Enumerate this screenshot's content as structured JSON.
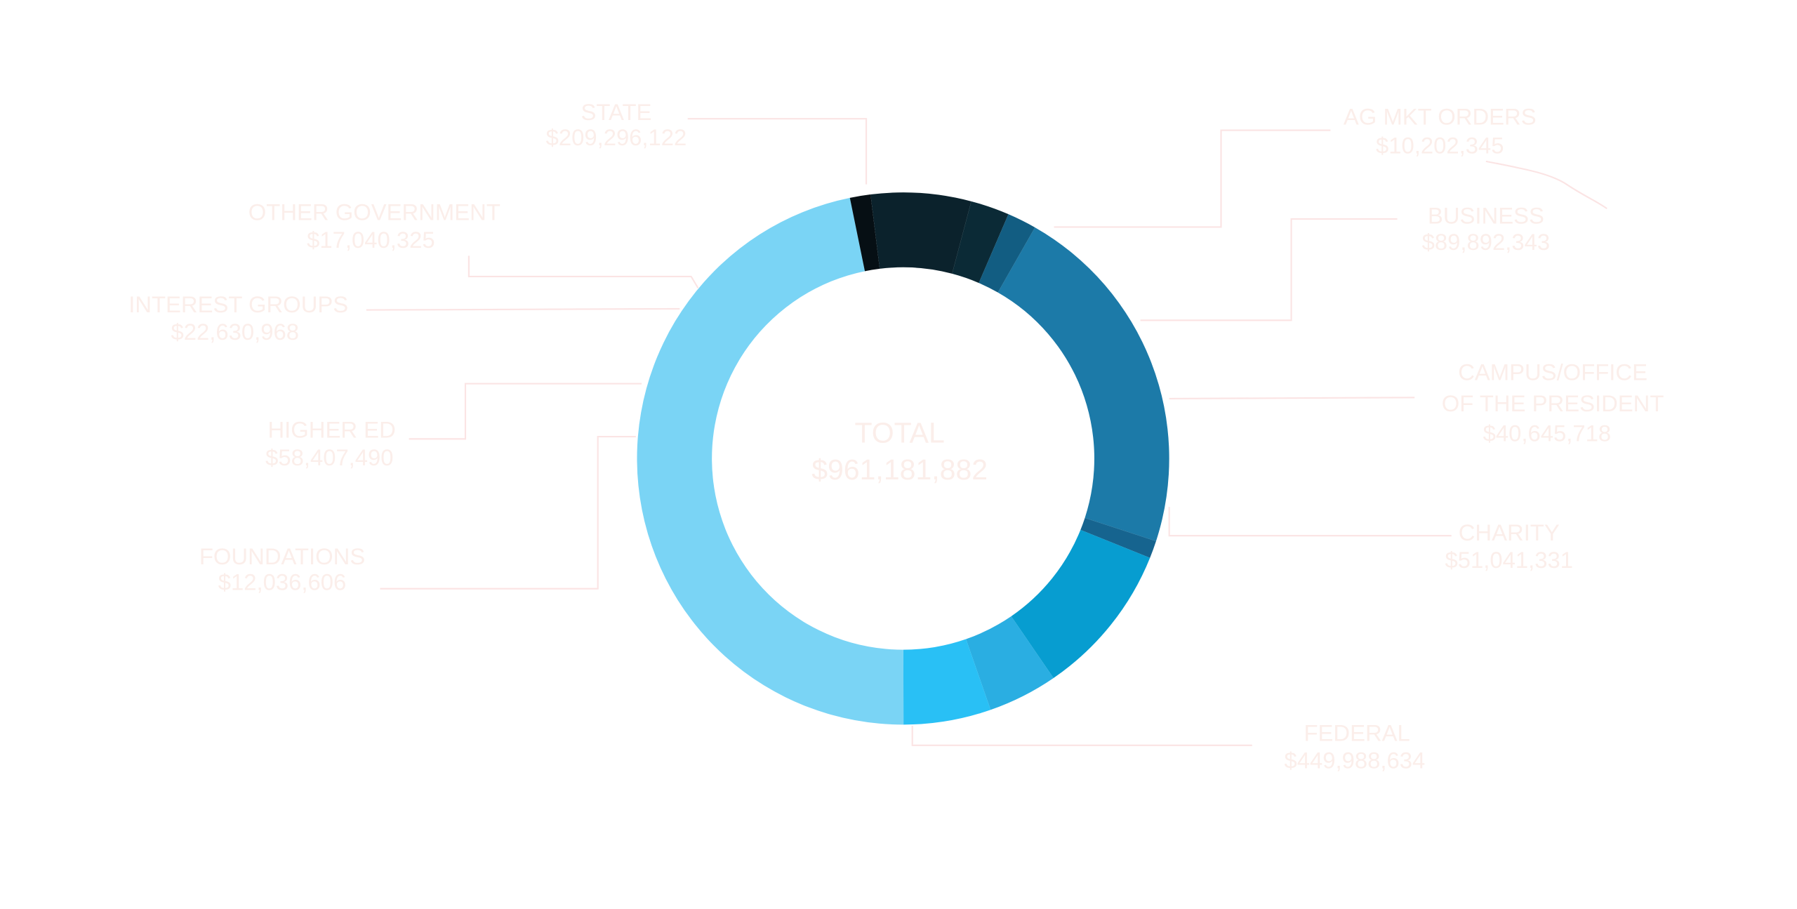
{
  "chart_data": {
    "type": "pie",
    "variant": "donut",
    "title": "",
    "center_label": "TOTAL",
    "center_value": "$961,181,882",
    "total": 961181882,
    "direction": "clockwise",
    "slices": [
      {
        "key": "state",
        "label": "STATE",
        "value": 209296122,
        "value_text": "$209,296,122",
        "color": "#1c7aa8"
      },
      {
        "key": "ag",
        "label": "AG MKT ORDERS",
        "value": 10202345,
        "value_text": "$10,202,345",
        "color": "#16648f"
      },
      {
        "key": "business",
        "label": "BUSINESS",
        "value": 89892343,
        "value_text": "$89,892,343",
        "color": "#079dd0"
      },
      {
        "key": "campus",
        "label": "CAMPUS/OFFICE OF THE PRESIDENT",
        "label_lines": [
          "CAMPUS/OFFICE",
          "OF THE PRESIDENT"
        ],
        "value": 40645718,
        "value_text": "$40,645,718",
        "color": "#2aaee2"
      },
      {
        "key": "charity",
        "label": "CHARITY",
        "value": 51041331,
        "value_text": "$51,041,331",
        "color": "#29c0f5"
      },
      {
        "key": "federal",
        "label": "FEDERAL",
        "value": 449988634,
        "value_text": "$449,988,634",
        "color": "#7ad4f5"
      },
      {
        "key": "foundations",
        "label": "FOUNDATIONS",
        "value": 12036606,
        "value_text": "$12,036,606",
        "color": "#060f14"
      },
      {
        "key": "highered",
        "label": "HIGHER ED",
        "value": 58407490,
        "value_text": "$58,407,490",
        "color": "#0b222c"
      },
      {
        "key": "interest",
        "label": "INTEREST GROUPS",
        "value": 22630968,
        "value_text": "$22,630,968",
        "color": "#0b2a36"
      },
      {
        "key": "othergov",
        "label": "OTHER GOVERNMENT",
        "value": 17040325,
        "value_text": "$17,040,325",
        "color": "#125d82"
      }
    ],
    "start_angle_deg": 29.7,
    "label_color": "#fbeeea"
  }
}
